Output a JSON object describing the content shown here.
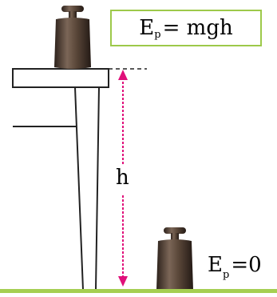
{
  "diagram": {
    "formula": {
      "symbol": "E",
      "subscript": "p",
      "rhs": "= mgh"
    },
    "height_label": "h",
    "ground_formula": {
      "symbol": "E",
      "subscript": "p",
      "rhs": "=0"
    }
  },
  "colors": {
    "ground": "#a5cf52",
    "arrow": "#e0107a",
    "box_border": "#9dc94a",
    "weight_dark": "#3a2c24",
    "weight_mid": "#7b6657"
  }
}
